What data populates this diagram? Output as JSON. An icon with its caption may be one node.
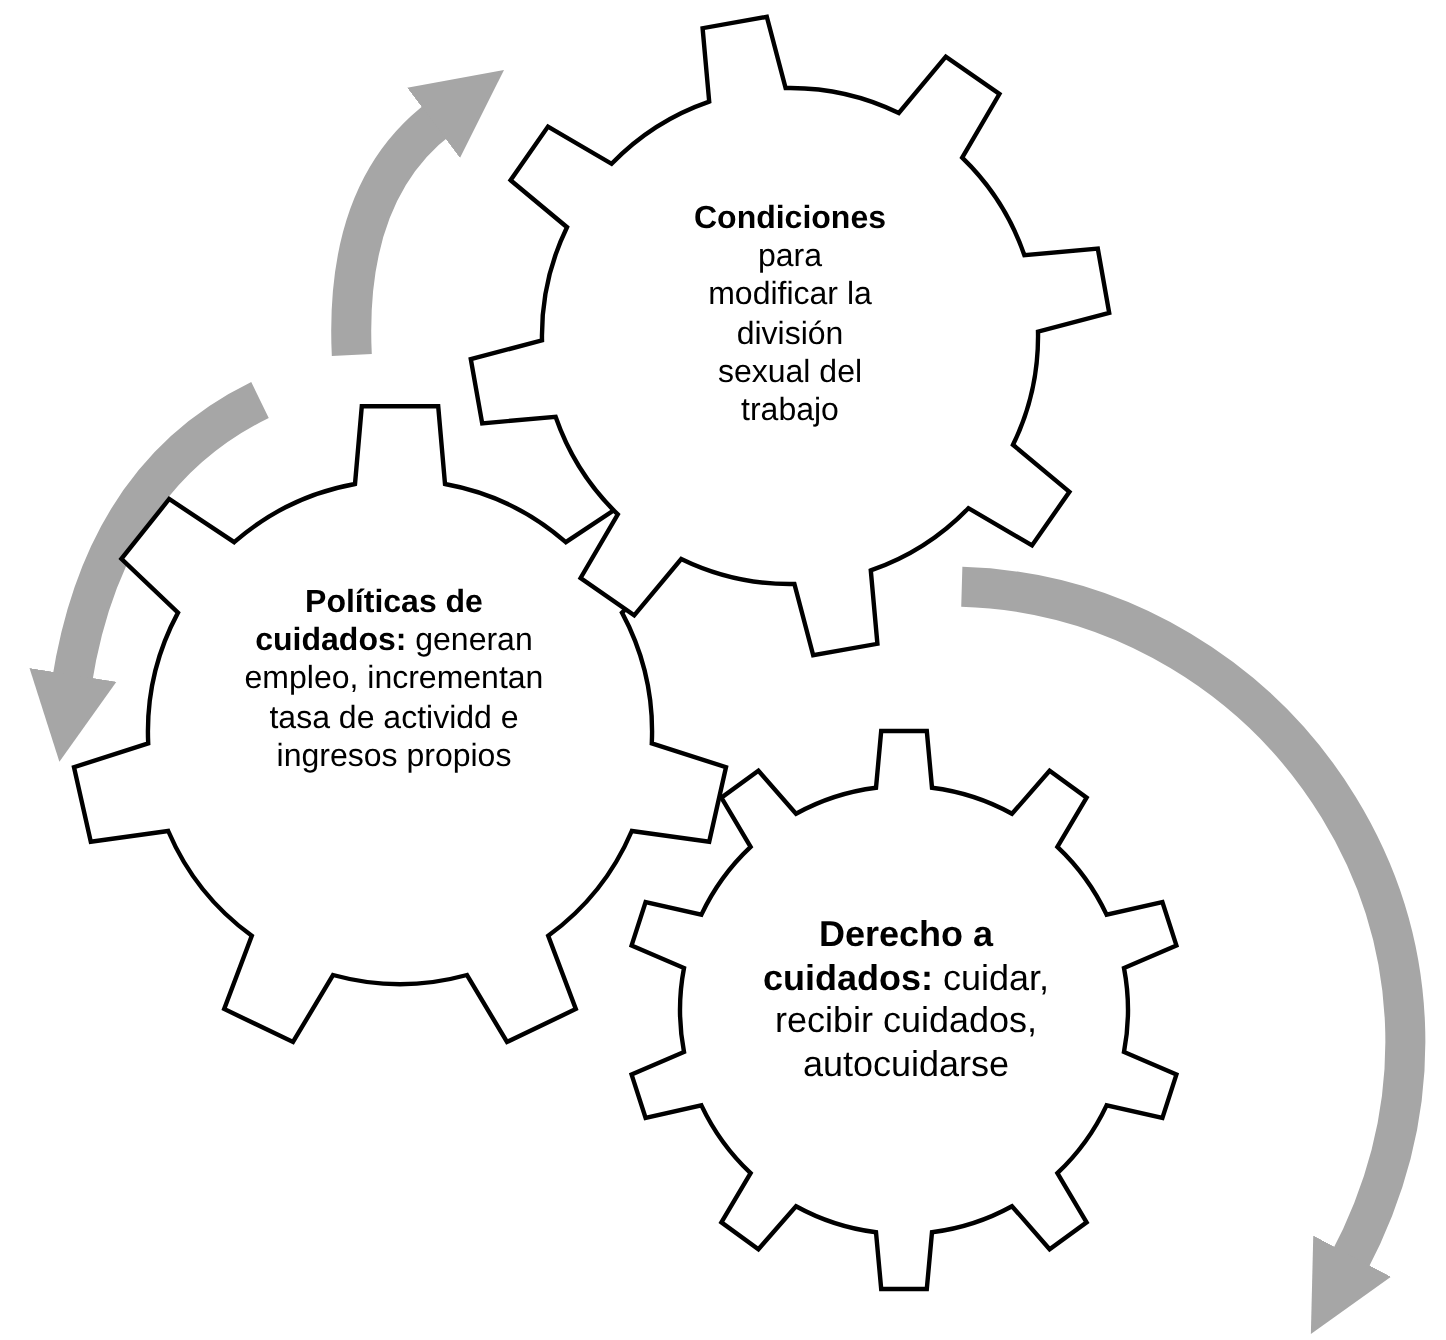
{
  "diagram": {
    "nodes": [
      {
        "text": [
          "**Condiciones** para modificar la división sexual del trabajo"
        ]
      },
      {
        "text": [
          "**Políticas de cuidados:** generan empleo, incrementan tasa de actividd e ingresos propios"
        ]
      },
      {
        "text": [
          "**Derecho a cuidados:** cuidar, recibir cuidados, autocuidarse"
        ]
      }
    ],
    "edges": [
      {
        "from": 1,
        "to": 0,
        "arrow": "to"
      },
      {
        "from": null,
        "to": 1,
        "arrow": "to"
      },
      {
        "from": 0,
        "to": null,
        "arrow": "to"
      }
    ]
  }
}
